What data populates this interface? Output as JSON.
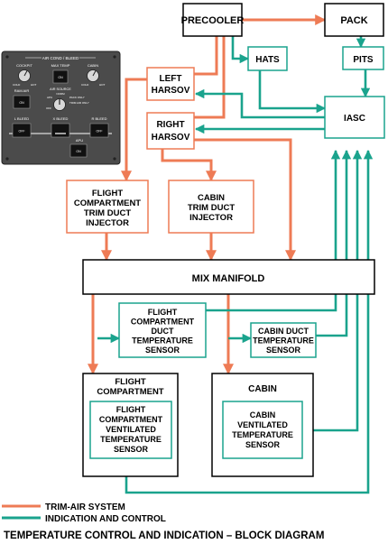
{
  "blocks": {
    "precooler": "PRECOOLER",
    "pack": "PACK",
    "hats": "HATS",
    "pits": "PITS",
    "left_harsov": [
      "LEFT",
      "HARSOV"
    ],
    "right_harsov": [
      "RIGHT",
      "HARSOV"
    ],
    "iasc": "IASC",
    "flight_trim_injector": [
      "FLIGHT",
      "COMPARTMENT",
      "TRIM DUCT",
      "INJECTOR"
    ],
    "cabin_trim_injector": [
      "CABIN",
      "TRIM DUCT",
      "INJECTOR"
    ],
    "mix_manifold": "MIX MANIFOLD",
    "fc_duct_sensor": [
      "FLIGHT",
      "COMPARTMENT",
      "DUCT",
      "TEMPERATURE",
      "SENSOR"
    ],
    "cabin_duct_sensor": [
      "CABIN DUCT",
      "TEMPERATURE",
      "SENSOR"
    ],
    "flight_compartment": [
      "FLIGHT",
      "COMPARTMENT"
    ],
    "cabin": "CABIN",
    "fc_vent_sensor": [
      "FLIGHT",
      "COMPARTMENT",
      "VENTILATED",
      "TEMPERATURE",
      "SENSOR"
    ],
    "cabin_vent_sensor": [
      "CABIN",
      "VENTILATED",
      "TEMPERATURE",
      "SENSOR"
    ]
  },
  "panel": {
    "title": "AIR COND / BLEED",
    "cockpit": "COCKPIT",
    "cabin": "CABIN",
    "max_temp": "MAX TEMP",
    "on": "ON",
    "ram_air": "RAM AIR",
    "air_source": "AIR SOURCE",
    "norm": "NORM",
    "apu": "APU",
    "pack_only": "PACK ONLY",
    "trim_air": "TRIM AIR ONLY",
    "off": "OFF",
    "cold": "COLD",
    "hot": "HOT",
    "l_bleed": "L BLEED",
    "x_bleed": "X BLEED",
    "r_bleed": "R BLEED"
  },
  "legend": {
    "trim_air": "TRIM-AIR SYSTEM",
    "indication": "INDICATION AND CONTROL"
  },
  "caption": "TEMPERATURE CONTROL AND INDICATION – BLOCK DIAGRAM",
  "colors": {
    "trim_air": "#ee7b55",
    "indication": "#1aa38d",
    "box_border": "#000000",
    "orange_box_border": "#ee7b55",
    "teal_box_border": "#1aa38d",
    "panel_bg": "#4b4b4b"
  }
}
